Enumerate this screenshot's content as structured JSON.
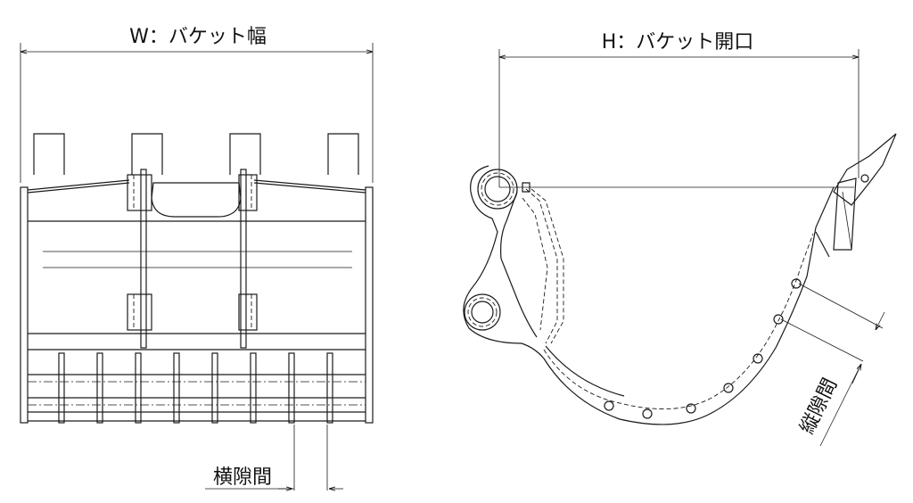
{
  "labels": {
    "width": "W：バケット幅",
    "height": "H：バケット開口",
    "horizontal_gap": "横隙間",
    "vertical_gap": "縦隙間"
  }
}
